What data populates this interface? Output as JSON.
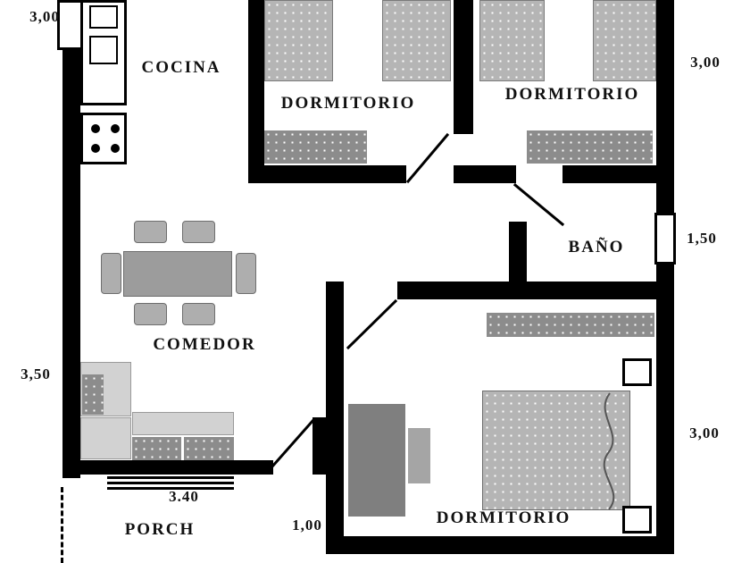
{
  "rooms": {
    "cocina": {
      "label": "COCINA"
    },
    "dorm1": {
      "label": "DORMITORIO"
    },
    "dorm2": {
      "label": "DORMITORIO"
    },
    "bano": {
      "label": "BAÑO"
    },
    "comedor": {
      "label": "COMEDOR"
    },
    "porch": {
      "label": "PORCH"
    },
    "dorm3": {
      "label": "DORMITORIO"
    }
  },
  "dimensions": {
    "top_left": "3,00",
    "top_right": "3,00",
    "bath_right": "1,50",
    "left_side": "3,50",
    "bottom_right": "3,00",
    "steps_width": "3.40",
    "entry_width": "1,00"
  },
  "colors": {
    "wall": "#000000",
    "bed_gray": "#b5b5b5",
    "dark_gray": "#8c8c8c",
    "mid_gray": "#9c9c9c",
    "light_gray": "#d2d2d2"
  }
}
